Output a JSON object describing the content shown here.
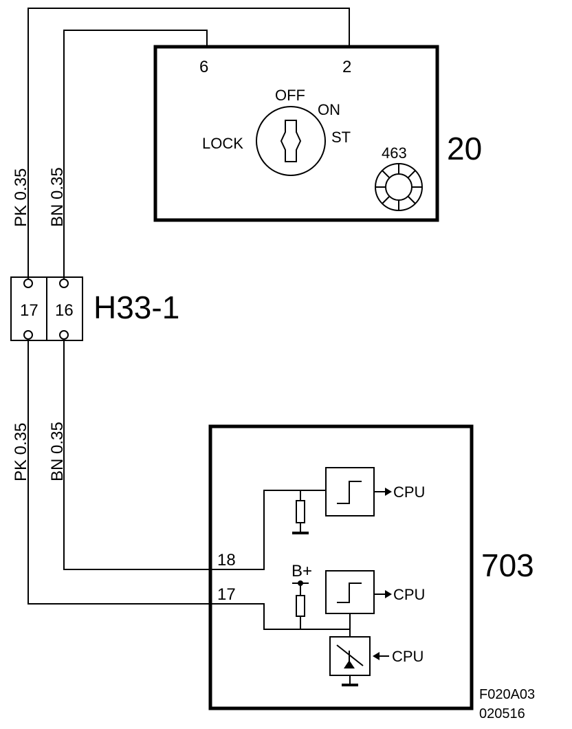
{
  "ignition_switch": {
    "ref": "20",
    "pin_6": "6",
    "pin_2": "2",
    "pos_off": "OFF",
    "pos_on": "ON",
    "pos_st": "ST",
    "pos_lock": "LOCK",
    "sub_ref": "463"
  },
  "connector": {
    "ref": "H33-1",
    "pin_a": "17",
    "pin_b": "16"
  },
  "wires": {
    "upper_pk": "PK  0.35",
    "upper_bn": "BN  0.35",
    "lower_pk": "PK  0.35",
    "lower_bn": "BN  0.35"
  },
  "control_unit": {
    "ref": "703",
    "pin_18": "18",
    "pin_17": "17",
    "supply": "B+",
    "cpu_1": "CPU",
    "cpu_2": "CPU",
    "cpu_3": "CPU"
  },
  "figure_id": {
    "line1": "F020A03",
    "line2": "020516"
  }
}
